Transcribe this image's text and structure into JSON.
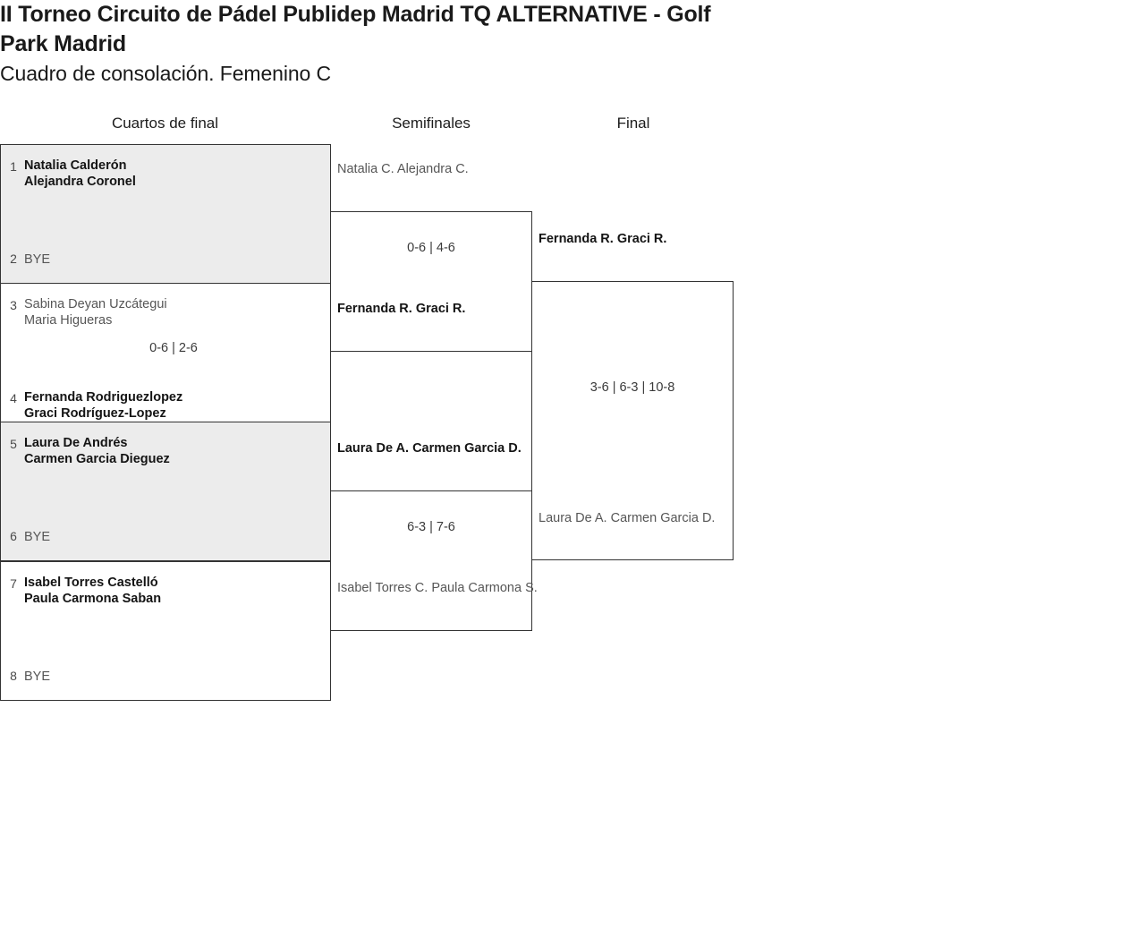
{
  "tournament": {
    "title_line1": "II Torneo Circuito de Pádel Publidep Madrid TQ ALTERNATIVE - Golf",
    "title_line2": "Park Madrid",
    "subtitle": "Cuadro de consolación. Femenino C"
  },
  "rounds": [
    {
      "id": "r1",
      "label": "Cuartos de final"
    },
    {
      "id": "r2",
      "label": "Semifinales"
    },
    {
      "id": "r3",
      "label": "Final"
    }
  ],
  "bracket": {
    "round1": [
      {
        "shaded": true,
        "top": {
          "seed": "1",
          "p1": "Natalia Calderón",
          "p2": "Alejandra Coronel",
          "winner": true
        },
        "bottom": {
          "seed": "2",
          "bye": "BYE",
          "winner": false
        },
        "score": ""
      },
      {
        "shaded": false,
        "top": {
          "seed": "3",
          "p1": "Sabina Deyan Uzcátegui",
          "p2": "Maria Higueras",
          "winner": false
        },
        "bottom": {
          "seed": "4",
          "p1": "Fernanda Rodriguezlopez",
          "p2": "Graci Rodríguez-Lopez",
          "winner": true
        },
        "score": "0-6 | 2-6"
      },
      {
        "shaded": true,
        "top": {
          "seed": "5",
          "p1": "Laura De Andrés",
          "p2": "Carmen Garcia Dieguez",
          "winner": true
        },
        "bottom": {
          "seed": "6",
          "bye": "BYE",
          "winner": false
        },
        "score": ""
      },
      {
        "shaded": false,
        "top": {
          "seed": "7",
          "p1": "Isabel Torres Castelló",
          "p2": "Paula Carmona Saban",
          "winner": true
        },
        "bottom": {
          "seed": "8",
          "bye": "BYE",
          "winner": false
        },
        "score": ""
      }
    ],
    "round2": [
      {
        "top": {
          "p1": "Natalia C.",
          "p2": "Alejandra C.",
          "winner": false
        },
        "bottom": {
          "p1": "Fernanda R.",
          "p2": "Graci R.",
          "winner": true
        },
        "score": "0-6 | 4-6"
      },
      {
        "top": {
          "p1": "Laura De A.",
          "p2": "Carmen Garcia D.",
          "winner": true
        },
        "bottom": {
          "p1": "Isabel Torres C.",
          "p2": "Paula Carmona S.",
          "winner": false
        },
        "score": "6-3 | 7-6"
      }
    ],
    "round3": {
      "top": {
        "p1": "Fernanda R.",
        "p2": "Graci R.",
        "winner": true
      },
      "bottom": {
        "p1": "Laura De A.",
        "p2": "Carmen Garcia D.",
        "winner": false
      },
      "score": "3-6 | 6-3 | 10-8"
    }
  },
  "colors": {
    "shaded_cell": "#ececec",
    "border": "#333333",
    "winner_text": "#141414",
    "loser_text": "#565656"
  }
}
